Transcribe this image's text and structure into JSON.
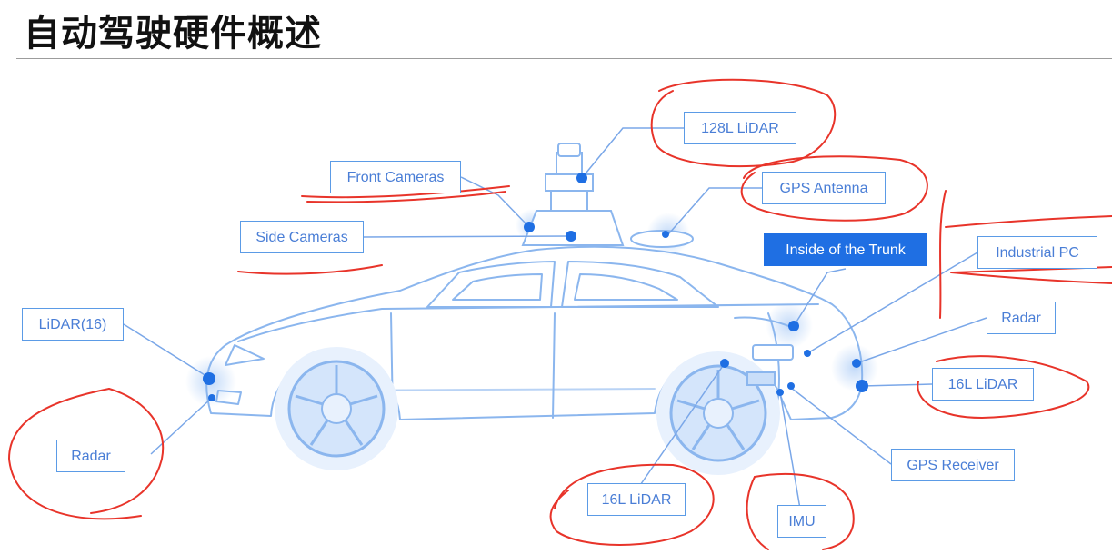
{
  "page": {
    "title": "自动驾驶硬件概述"
  },
  "labels": {
    "lidar_128": "128L LiDAR",
    "front_cameras": "Front Cameras",
    "gps_antenna": "GPS Antenna",
    "side_cameras": "Side Cameras",
    "inside_trunk": "Inside of the Trunk",
    "industrial_pc": "Industrial PC",
    "lidar_16_front": "LiDAR(16)",
    "radar_rear": "Radar",
    "lidar_16_rear": "16L LiDAR",
    "radar_front": "Radar",
    "gps_receiver": "GPS Receiver",
    "lidar_16_bottom": "16L LiDAR",
    "imu": "IMU"
  },
  "colors": {
    "car_line": "#8bb6ee",
    "accent": "#1f6fe3",
    "annotation": "#e8342a",
    "wheel_fill": "#d4e5fb"
  }
}
